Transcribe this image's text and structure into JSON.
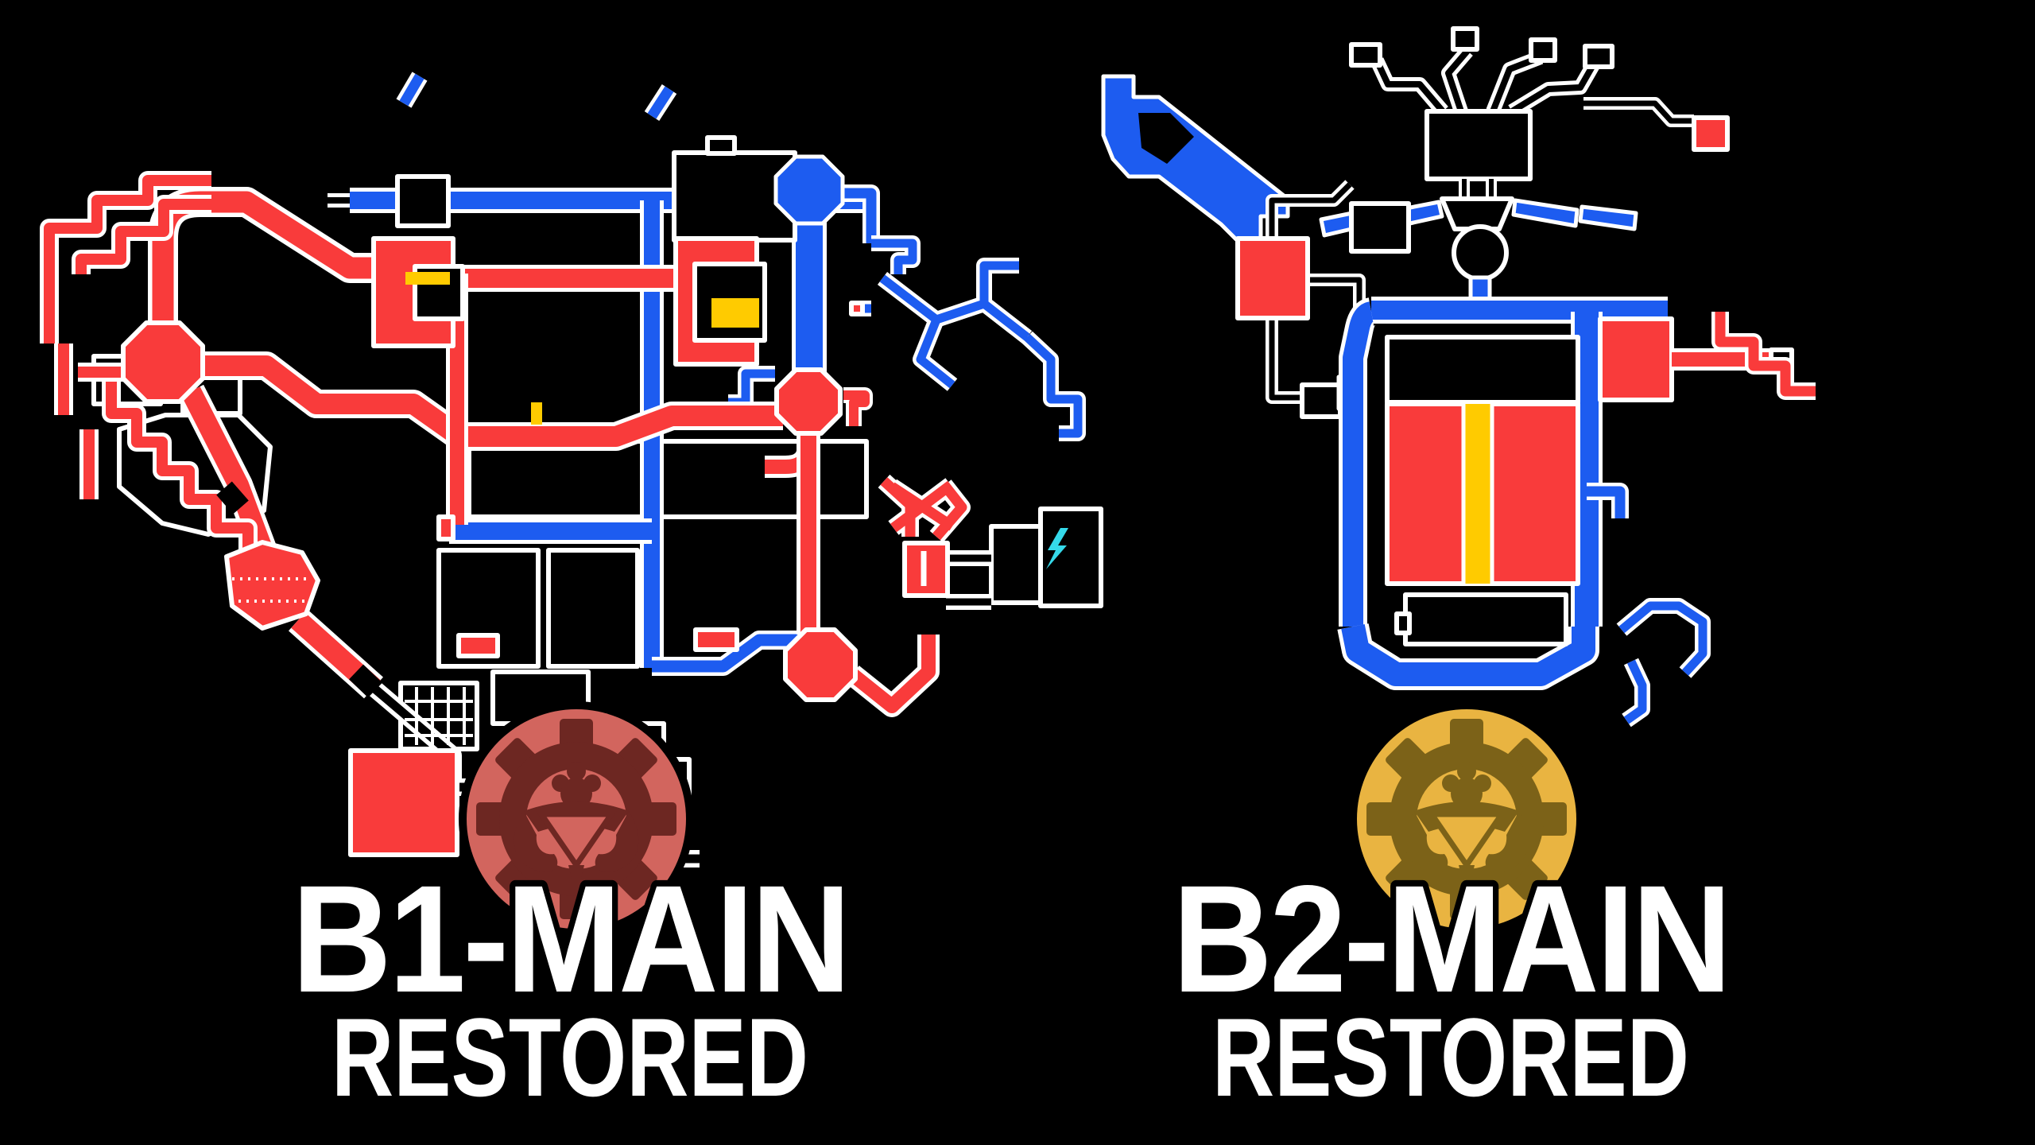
{
  "poster": {
    "panels": [
      {
        "map_name": "B1-MAIN",
        "status": "RESTORED",
        "emblem": {
          "background": "#d2655e",
          "symbol": "#6d2722",
          "ring": "#000000"
        }
      },
      {
        "map_name": "B2-MAIN",
        "status": "RESTORED",
        "emblem": {
          "background": "#e9b441",
          "symbol": "#7c6218",
          "ring": "#000000"
        }
      }
    ],
    "legend": {
      "outline_white": "#ffffff",
      "corridor_red": "#f93b3b",
      "corridor_blue": "#1d5cf0",
      "elevator_yellow": "#ffcb00",
      "energy_cyan": "#35d9ea",
      "unexplored_black": "#000000",
      "background": "#000000"
    },
    "icons": [
      {
        "name": "lightning-icon",
        "meaning": "energy",
        "color": "#35d9ea"
      },
      {
        "name": "gear-strongman-emblem",
        "meaning": "faction emblem",
        "color": "#d2655e"
      }
    ]
  }
}
